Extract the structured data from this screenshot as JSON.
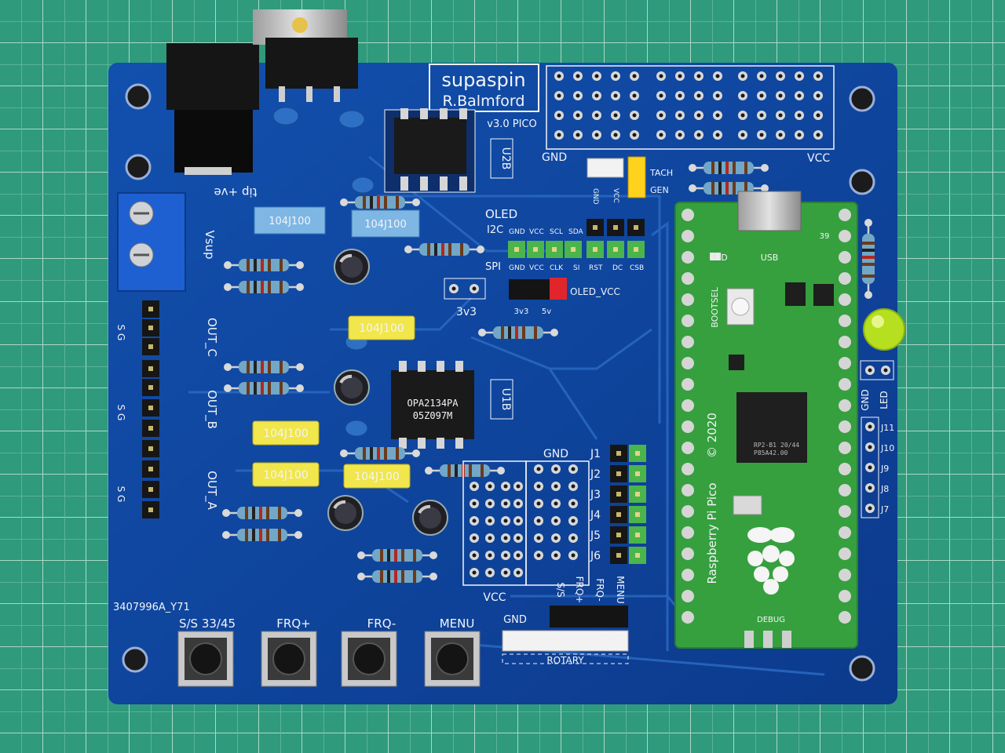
{
  "board": {
    "title": "supaspin",
    "author": "R.Balmford",
    "version": "v3.0 PICO",
    "board_id": "3407996A_Y71",
    "power": {
      "tip_label": "tip +ve",
      "vsup": "Vsup"
    },
    "outputs": [
      "OUT_C",
      "OUT_B",
      "OUT_A"
    ],
    "sg": "S G",
    "ics": {
      "u2b": "U2B",
      "u1b": "U1B",
      "u1b_marking_1": "OPA2134PA",
      "u1b_marking_2": "05Z097M"
    },
    "caps": [
      "104J100",
      "104J100",
      "104J100",
      "104J100",
      "104J100",
      "104J100"
    ],
    "oled": {
      "title": "OLED",
      "i2c": "I2C",
      "spi": "SPI",
      "i2c_pins": [
        "GND",
        "VCC",
        "SCL",
        "SDA"
      ],
      "spi_pins": [
        "GND",
        "VCC",
        "CLK",
        "SI",
        "RST",
        "DC",
        "CSB"
      ],
      "vcc_label": "OLED_VCC",
      "jumper_3v3": "3v3",
      "jumper_5v": "5v",
      "header_3v3": "3v3"
    },
    "tach": {
      "tach": "TACH",
      "gen": "GEN",
      "gnd": "GND",
      "vcc": "VCC"
    },
    "proto": {
      "gnd_top": "GND",
      "vcc_top": "VCC",
      "gnd_mid": "GND",
      "vcc_mid": "VCC"
    },
    "jumpers": [
      "J1",
      "J2",
      "J3",
      "J4",
      "J5",
      "J6"
    ],
    "right_header": {
      "gnd": "GND",
      "led": "LED",
      "pins": [
        "J11",
        "J10",
        "J9",
        "J8",
        "J7"
      ]
    },
    "buttons": [
      "S/S 33/45",
      "FRQ+",
      "FRQ-",
      "MENU"
    ],
    "rotary": {
      "label": "ROTARY",
      "gnd": "GND",
      "pins": [
        "S/S",
        "FRQ+",
        "FRQ-",
        "MENU"
      ]
    },
    "pico": {
      "name": "Raspberry Pi Pico",
      "year": "© 2020",
      "bootsel": "BOOTSEL",
      "led": "LED",
      "usb": "USB",
      "debug": "DEBUG",
      "chip_1": "RP2-B1",
      "chip_2": "20/44",
      "chip_3": "P85A42.00",
      "pin_39": "39"
    }
  },
  "colors": {
    "mat": "#2f9a7c",
    "board": "#0f3f97",
    "pico": "#36a03e",
    "silk": "#f2f4f8"
  }
}
